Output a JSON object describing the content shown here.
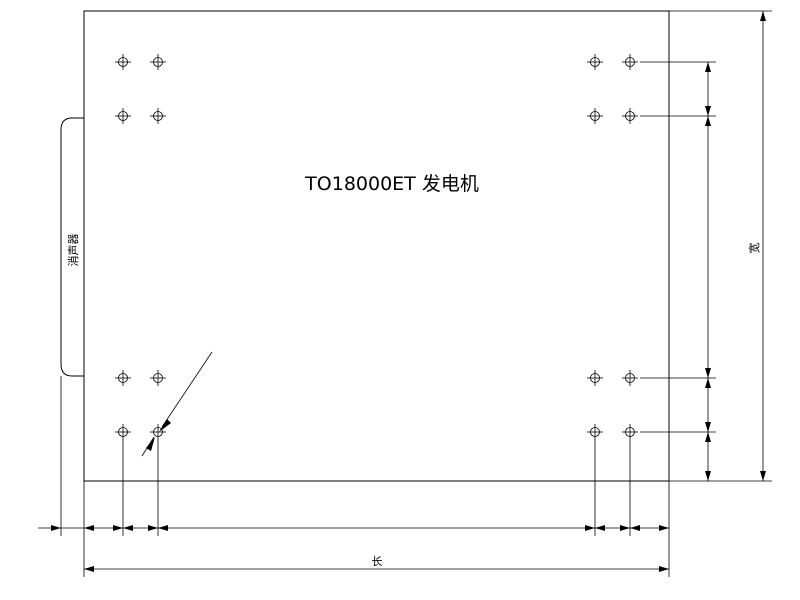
{
  "title": "TO18000ET 发电机",
  "labels": {
    "muffler": "消声器",
    "length": "长",
    "width": "宽"
  },
  "mounting_holes": {
    "count": 16,
    "layout": "4 groups of 2x2"
  }
}
